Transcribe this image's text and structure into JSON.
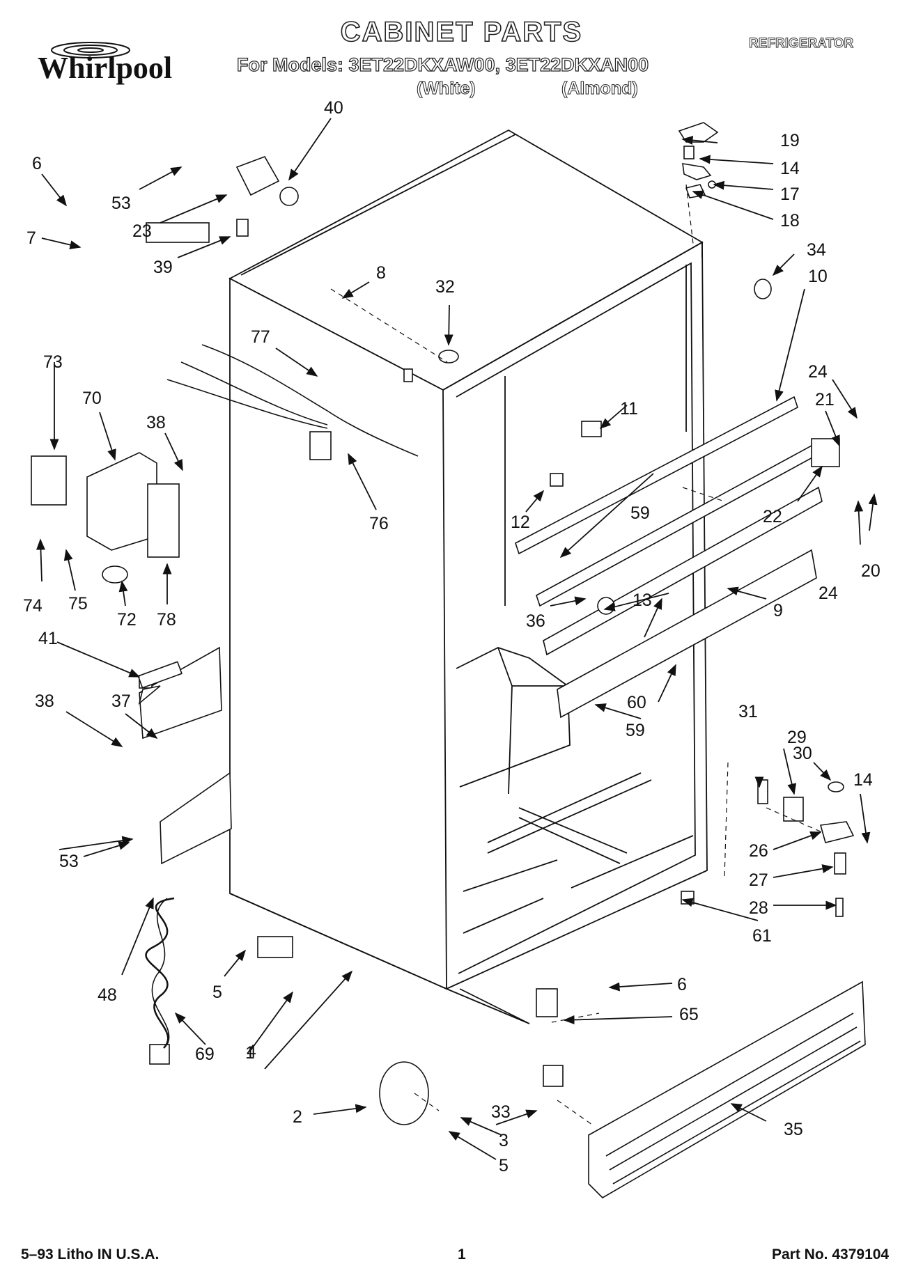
{
  "header": {
    "brand": "Whirlpool",
    "title": "CABINET PARTS",
    "models": "For Models: 3ET22DKXAW00, 3ET22DKXAN00",
    "color_white": "(White)",
    "color_almond": "(Almond)",
    "appliance": "REFRIGERATOR"
  },
  "footer": {
    "date_litho": "5–93  Litho IN U.S.A.",
    "page": "1",
    "part_no": "Part No. 4379104"
  },
  "callouts": [
    "1",
    "2",
    "3",
    "4",
    "5",
    "5",
    "6",
    "6",
    "7",
    "8",
    "9",
    "10",
    "11",
    "12",
    "13",
    "14",
    "14",
    "17",
    "18",
    "19",
    "20",
    "21",
    "22",
    "23",
    "24",
    "24",
    "26",
    "27",
    "28",
    "29",
    "30",
    "31",
    "32",
    "33",
    "34",
    "35",
    "36",
    "37",
    "38",
    "38",
    "39",
    "40",
    "41",
    "48",
    "53",
    "53",
    "59",
    "59",
    "60",
    "61",
    "65",
    "69",
    "70",
    "72",
    "73",
    "74",
    "75",
    "76",
    "77",
    "78"
  ]
}
